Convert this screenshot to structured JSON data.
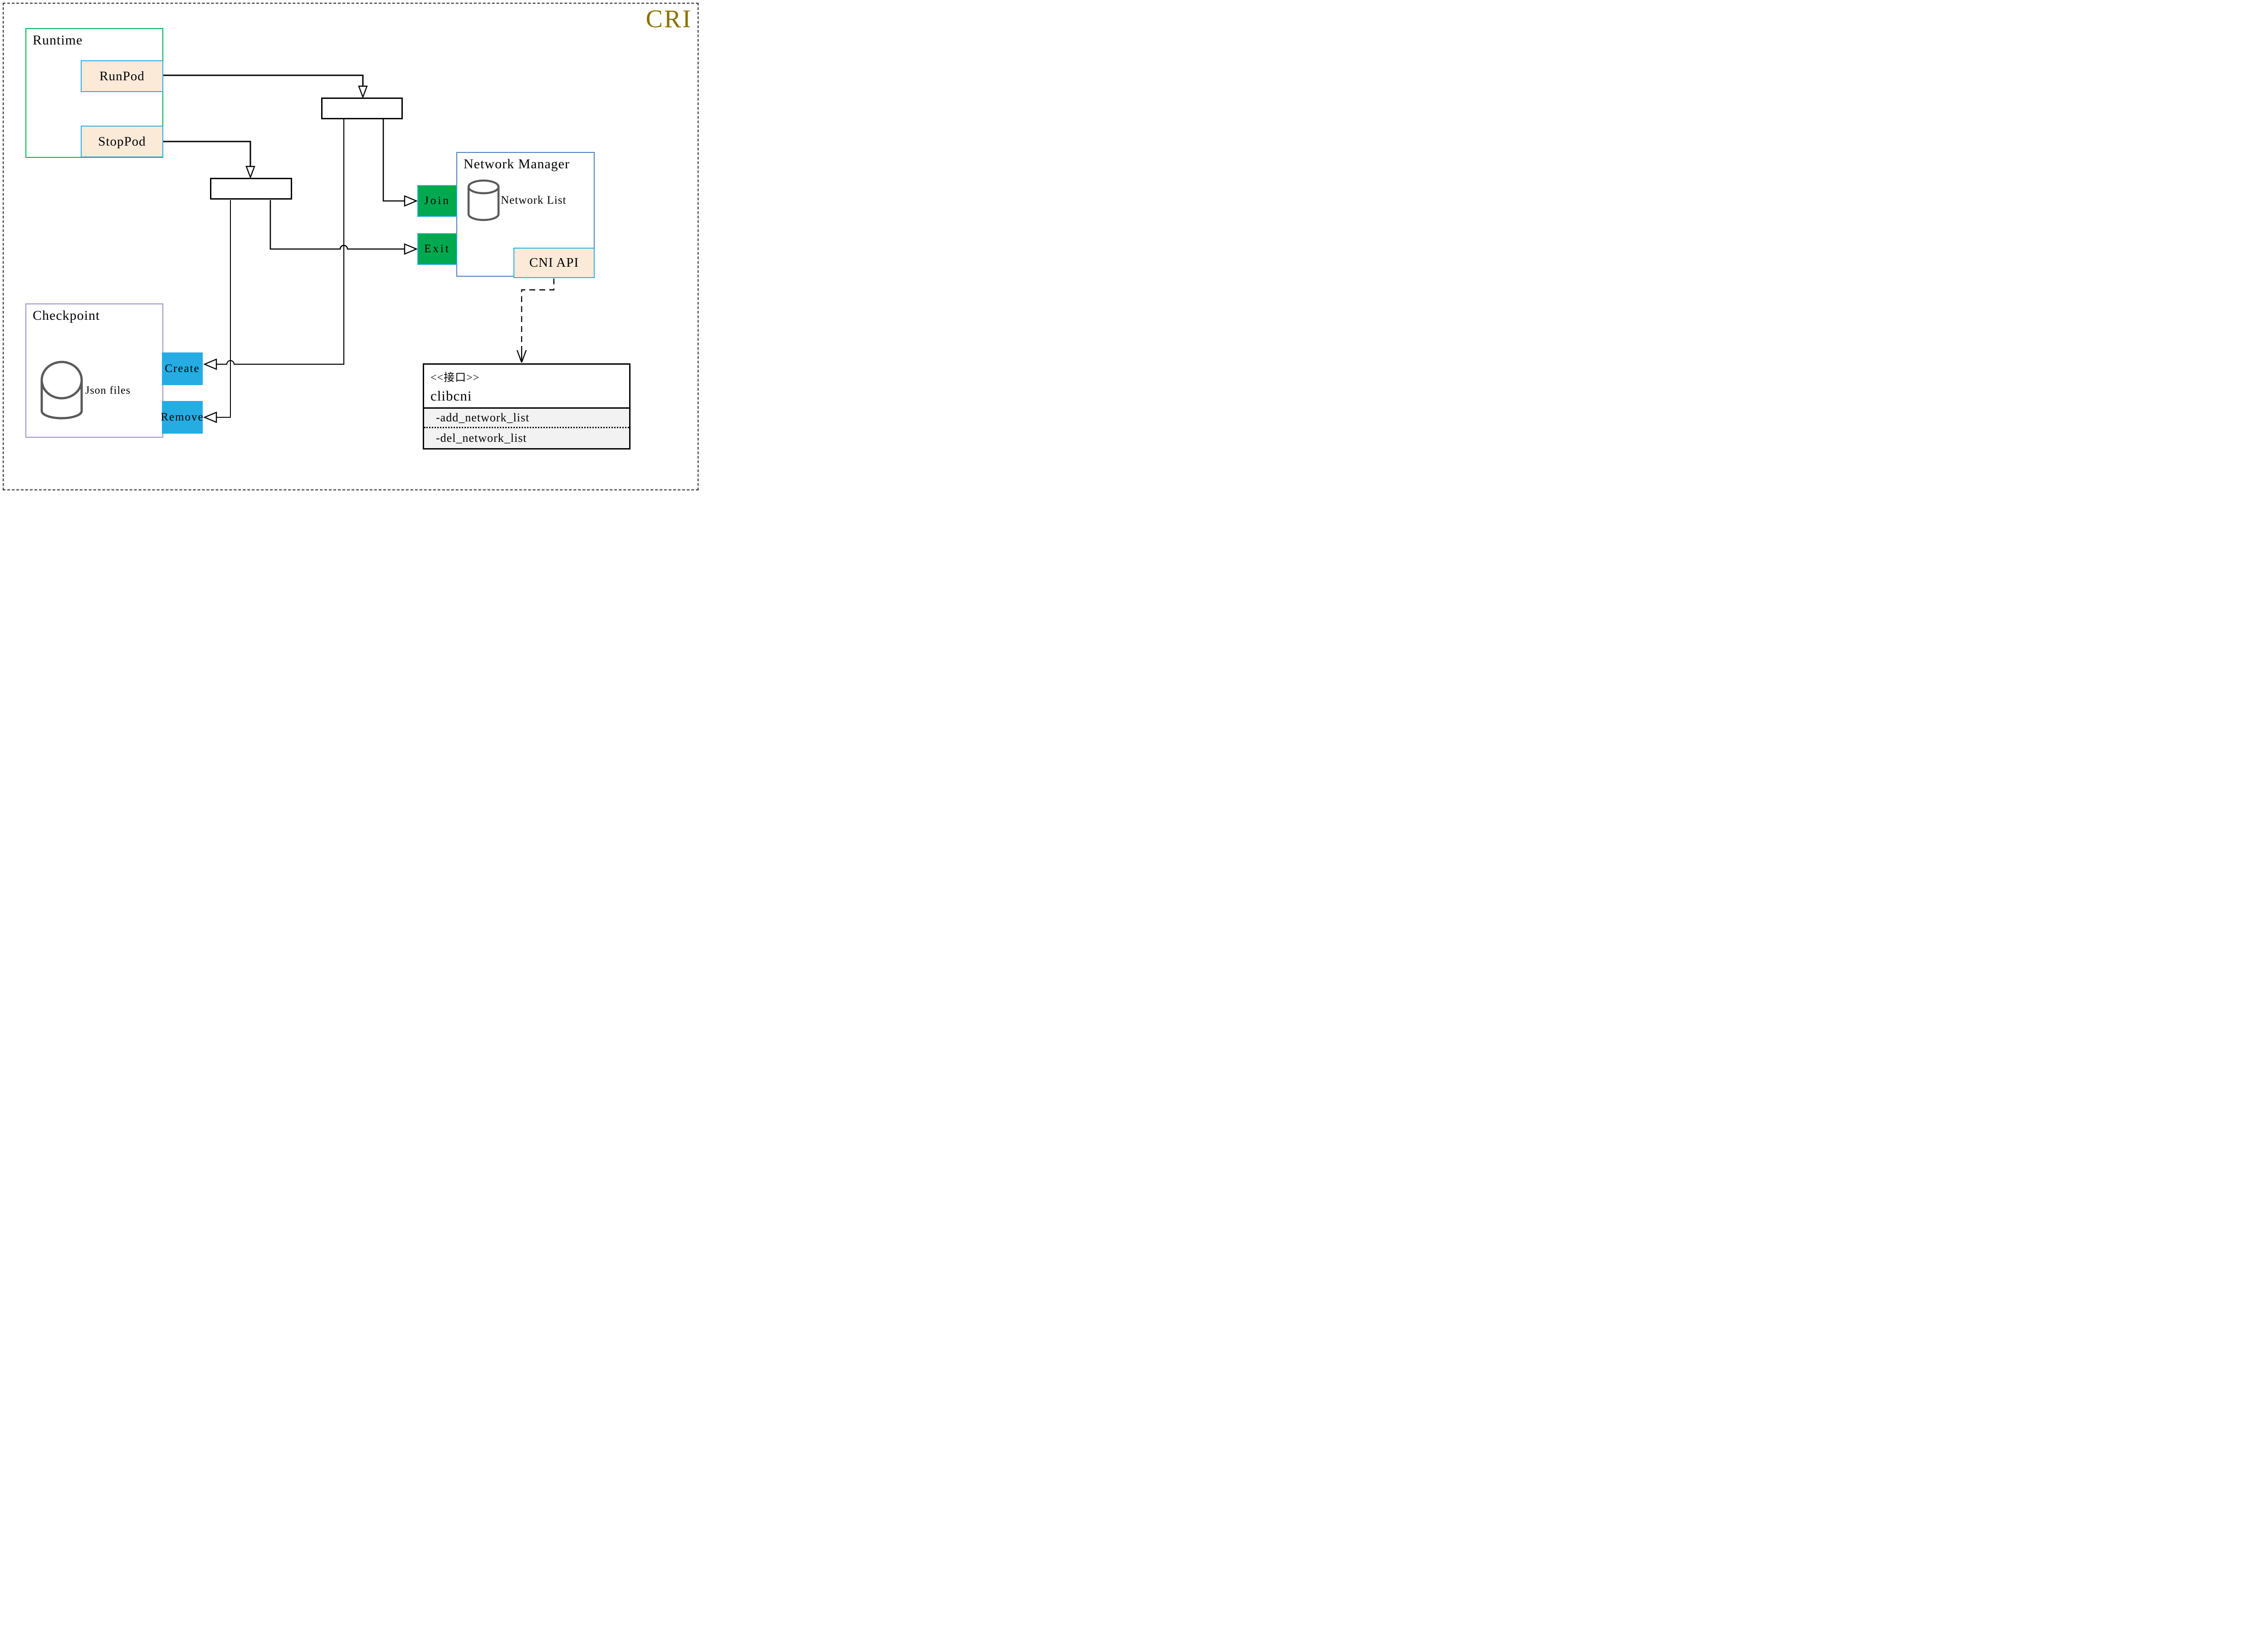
{
  "page": {
    "badge": "CRI"
  },
  "colors": {
    "gold": "#8a7200",
    "runtime-border": "#00b050",
    "chip-fill": "#fcead9",
    "chip-border": "#29abe2",
    "action-green": "#00a94f",
    "action-blue": "#25ace3",
    "nm-border": "#4a7ebb",
    "checkpoint-border": "#9e8cc8",
    "cylinder-gray": "#595959",
    "method-bg": "#f2f2f2"
  },
  "runtime": {
    "label": "Runtime",
    "buttons": [
      {
        "label": "RunPod"
      },
      {
        "label": "StopPod"
      }
    ]
  },
  "network_manager": {
    "label": "Network Manager",
    "datastore_label": "Network List",
    "api_label": "CNI API",
    "actions": [
      {
        "label": "Join"
      },
      {
        "label": "Exit"
      }
    ]
  },
  "checkpoint": {
    "label": "Checkpoint",
    "datastore_label": "Json files",
    "actions": [
      {
        "label": "Create"
      },
      {
        "label": "Remove"
      }
    ]
  },
  "interface_box": {
    "stereotype": "<<接口>>",
    "name": "clibcni",
    "methods": [
      "-add_network_list",
      "-del_network_list"
    ]
  }
}
